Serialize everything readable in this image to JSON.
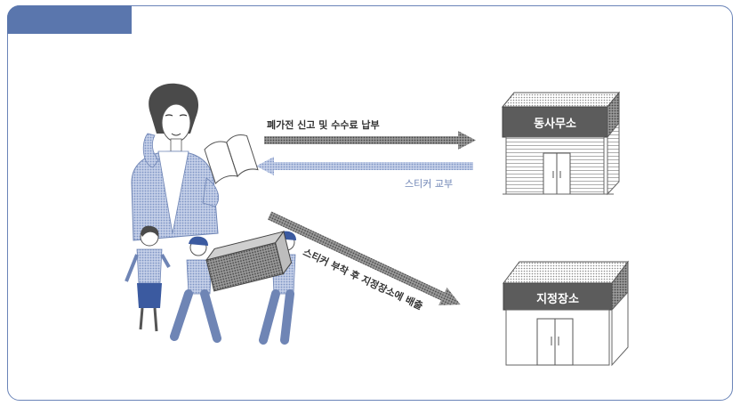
{
  "labels": {
    "arrow_to_office": "폐가전 신고 및 수수료 납부",
    "arrow_from_office": "스티커 교부",
    "arrow_to_site": "스티커 부착 후 지정장소에 배출"
  },
  "buildings": {
    "office": "동사무소",
    "site": "지정장소"
  },
  "colors": {
    "frame": "#6a84b8",
    "tab": "#5a76ad",
    "arrow_gray": "#8c8c8c",
    "arrow_blue": "#a8b7d6",
    "figure_blue": "#7e94c4",
    "sign_dark": "#555555"
  }
}
